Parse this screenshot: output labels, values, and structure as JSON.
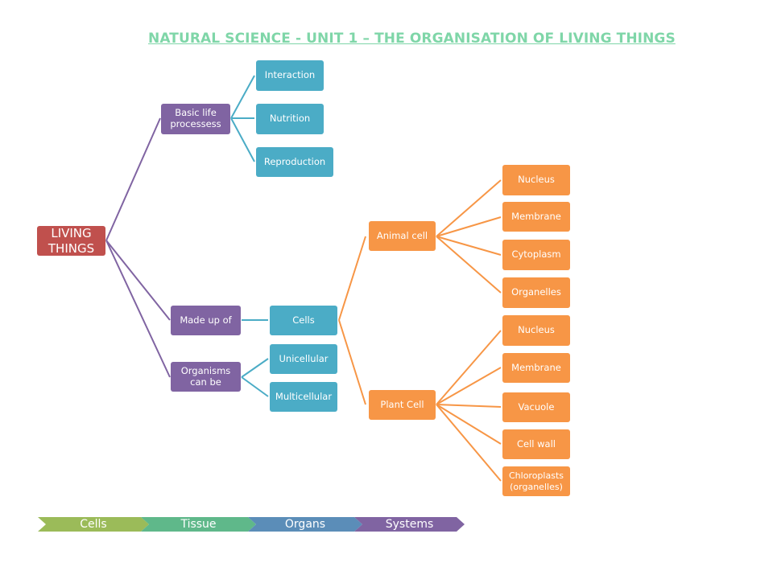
{
  "title": "NATURAL SCIENCE - UNIT 1 – THE ORGANISATION OF LIVING THINGS",
  "colors": {
    "title": "#7fd6a8",
    "root": "#c0504d",
    "purple": "#8064a2",
    "teal": "#4bacc6",
    "orange": "#f79646",
    "chevron_cells": "#9bbb59",
    "chevron_tissue": "#5fb88a",
    "chevron_organs": "#5b8db8",
    "chevron_systems": "#8064a2"
  },
  "root": {
    "label": "LIVING THINGS"
  },
  "branches": {
    "basic": {
      "label": "Basic life processess",
      "children": [
        "Interaction",
        "Nutrition",
        "Reproduction"
      ]
    },
    "made_up_of": {
      "label": "Made up of",
      "child": "Cells"
    },
    "organisms": {
      "label": "Organisms can be",
      "children": [
        "Unicellular",
        "Multicellular"
      ]
    }
  },
  "cells": {
    "animal": {
      "label": "Animal cell",
      "parts": [
        "Nucleus",
        "Membrane",
        "Cytoplasm",
        "Organelles"
      ]
    },
    "plant": {
      "label": "Plant Cell",
      "parts": [
        "Nucleus",
        "Membrane",
        "Vacuole",
        "Cell wall",
        "Chloroplasts (organelles)"
      ]
    }
  },
  "hierarchy": [
    "Cells",
    "Tissue",
    "Organs",
    "Systems"
  ]
}
